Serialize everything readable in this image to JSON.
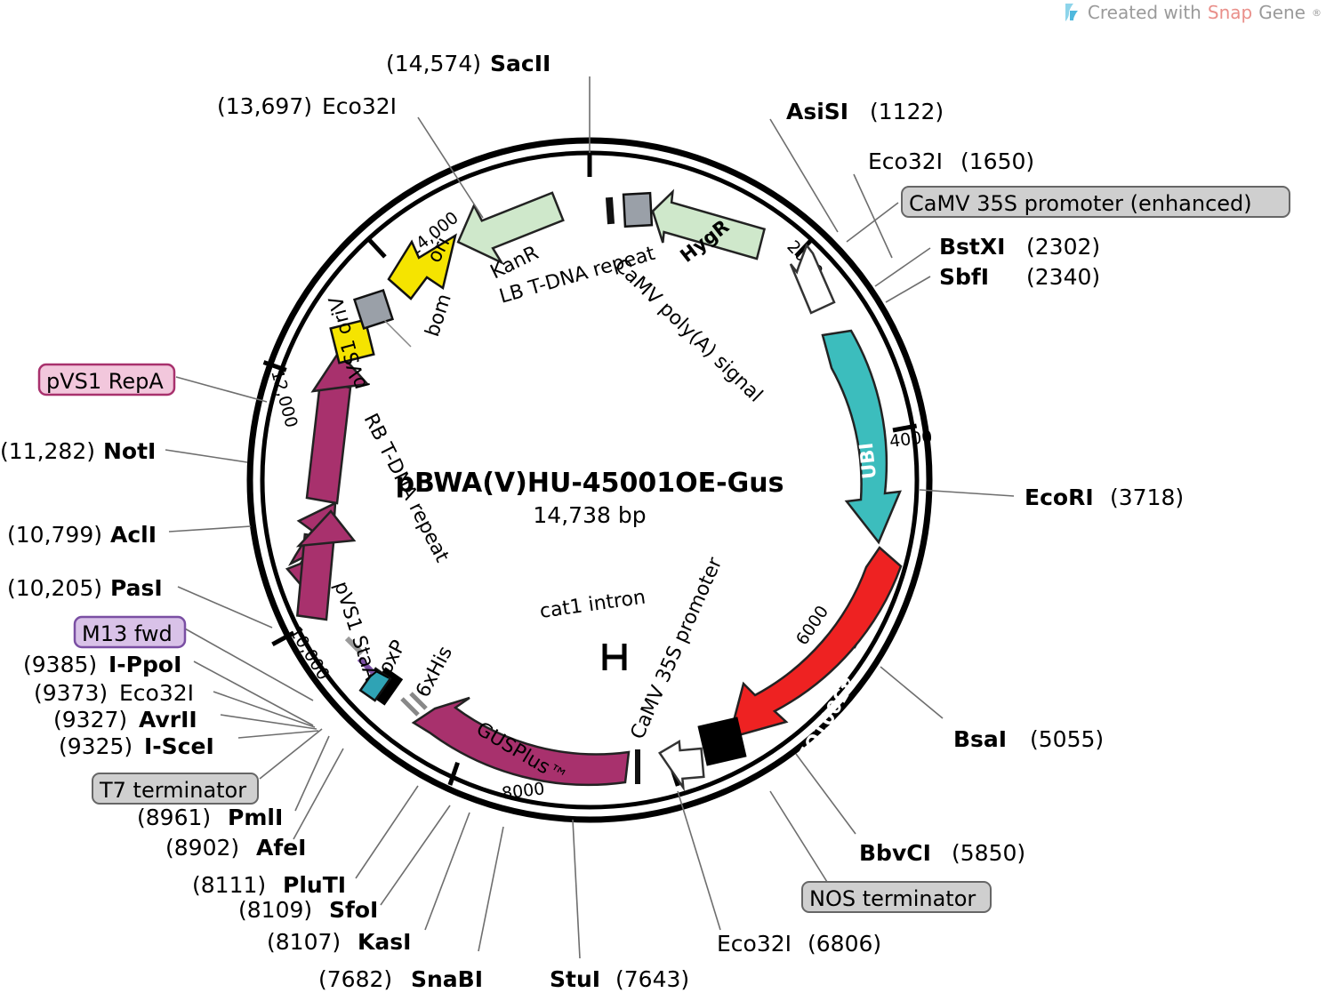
{
  "watermark": {
    "prefix": "Created with ",
    "brand_a": "Snap",
    "brand_b": "Gene",
    "reg": "®"
  },
  "plasmid": {
    "name": "pBWA(V)HU-45001OE-Gus",
    "size": "14,738 bp",
    "length_bp": 14738
  },
  "colors": {
    "backbone": "#000000",
    "green": "#cfe8cb",
    "yellow": "#f5e400",
    "gray": "#9aa0a8",
    "magenta": "#a8316d",
    "teal": "#3cbdbd",
    "red": "#ee2222",
    "white": "#ffffff",
    "black": "#000000",
    "purple": "#7a4fa3",
    "lead": "#6e6e6e",
    "pink_box": "#f2c7dc",
    "purple_box": "#d9c2e8",
    "gray_box": "#cfcfcf"
  },
  "tick_labels": [
    {
      "text": "2000",
      "bp": 2000
    },
    {
      "text": "4000",
      "bp": 4000
    },
    {
      "text": "6000",
      "bp": 6000
    },
    {
      "text": "8000",
      "bp": 8000
    },
    {
      "text": "10,000",
      "bp": 10000
    },
    {
      "text": "12,000",
      "bp": 12000
    },
    {
      "text": "14,000",
      "bp": 14000
    }
  ],
  "center_features": [
    {
      "label": "cat1 intron",
      "kind": "intron-marker"
    }
  ],
  "features": [
    {
      "label": "KanR",
      "kind": "arrow",
      "color": "green",
      "direction": "ccw"
    },
    {
      "label": "ori",
      "kind": "arrow",
      "color": "yellow",
      "direction": "ccw"
    },
    {
      "label": "bom",
      "kind": "box",
      "color": "gray"
    },
    {
      "label": "pVS1 oriV",
      "kind": "box",
      "color": "yellow"
    },
    {
      "label": "RB T-DNA repeat",
      "kind": "arrow",
      "color": "magenta",
      "direction": "cw"
    },
    {
      "label": "pVS1 StaA",
      "kind": "arrow",
      "color": "magenta",
      "direction": "cw"
    },
    {
      "label": "loxP",
      "kind": "box",
      "color": "teal"
    },
    {
      "label": "6xHis",
      "kind": "box",
      "color": "black"
    },
    {
      "label": "GUSPlus™",
      "kind": "arrow",
      "color": "magenta",
      "direction": "ccw"
    },
    {
      "label": "CaMV 35S promoter",
      "kind": "arrow",
      "color": "white",
      "direction": "cw"
    },
    {
      "label": "45001OE",
      "kind": "arrow",
      "color": "red",
      "direction": "cw"
    },
    {
      "label": "UBI",
      "kind": "arrow",
      "color": "teal",
      "direction": "cw"
    },
    {
      "label": "CaMV poly(A) signal",
      "kind": "arrow",
      "color": "white",
      "direction": "ccw"
    },
    {
      "label": "HygR",
      "kind": "arrow",
      "color": "green",
      "direction": "ccw"
    },
    {
      "label": "LB T-DNA repeat",
      "kind": "box",
      "color": "gray"
    }
  ],
  "boxed_labels": [
    {
      "text": "CaMV 35S promoter (enhanced)",
      "style": "gray_box"
    },
    {
      "text": "pVS1 RepA",
      "style": "pink_box"
    },
    {
      "text": "M13 fwd",
      "style": "purple_box"
    },
    {
      "text": "T7 terminator",
      "style": "gray_box"
    },
    {
      "text": "NOS terminator",
      "style": "gray_box"
    }
  ],
  "sites": [
    {
      "name": "SacII",
      "pos": "(14,574)",
      "order": "pos-first"
    },
    {
      "name": "Eco32I",
      "pos": "(13,697)",
      "order": "pos-first"
    },
    {
      "name": "AsiSI",
      "pos": "(1122)",
      "order": "name-first"
    },
    {
      "name": "Eco32I",
      "pos": "(1650)",
      "order": "name-first"
    },
    {
      "name": "BstXI",
      "pos": "(2302)",
      "order": "name-first"
    },
    {
      "name": "SbfI",
      "pos": "(2340)",
      "order": "name-first"
    },
    {
      "name": "EcoRI",
      "pos": "(3718)",
      "order": "name-first"
    },
    {
      "name": "BsaI",
      "pos": "(5055)",
      "order": "name-first"
    },
    {
      "name": "BbvCI",
      "pos": "(5850)",
      "order": "name-first"
    },
    {
      "name": "Eco32I",
      "pos": "(6806)",
      "order": "name-first"
    },
    {
      "name": "StuI",
      "pos": "(7643)",
      "order": "name-first"
    },
    {
      "name": "SnaBI",
      "pos": "(7682)",
      "order": "pos-first"
    },
    {
      "name": "KasI",
      "pos": "(8107)",
      "order": "pos-first"
    },
    {
      "name": "SfoI",
      "pos": "(8109)",
      "order": "pos-first"
    },
    {
      "name": "PluTI",
      "pos": "(8111)",
      "order": "pos-first"
    },
    {
      "name": "AfeI",
      "pos": "(8902)",
      "order": "pos-first"
    },
    {
      "name": "PmlI",
      "pos": "(8961)",
      "order": "pos-first"
    },
    {
      "name": "I-SceI",
      "pos": "(9325)",
      "order": "pos-first"
    },
    {
      "name": "AvrII",
      "pos": "(9327)",
      "order": "pos-first"
    },
    {
      "name": "Eco32I",
      "pos": "(9373)",
      "order": "pos-first"
    },
    {
      "name": "I-PpoI",
      "pos": "(9385)",
      "order": "pos-first"
    },
    {
      "name": "PasI",
      "pos": "(10,205)",
      "order": "pos-first"
    },
    {
      "name": "AclI",
      "pos": "(10,799)",
      "order": "pos-first"
    },
    {
      "name": "NotI",
      "pos": "(11,282)",
      "order": "pos-first"
    }
  ],
  "labels": {
    "sacII_pos": "(14,574)",
    "sacII_name": "SacII",
    "eco32I_13697_pos": "(13,697)",
    "eco32I_13697_name": "Eco32I",
    "asisI_name": "AsiSI",
    "asisI_pos": "(1122)",
    "eco32I_1650_name": "Eco32I",
    "eco32I_1650_pos": "(1650)",
    "camv35s_enh": "CaMV 35S promoter (enhanced)",
    "bstxI_name": "BstXI",
    "bstxI_pos": "(2302)",
    "sbfI_name": "SbfI",
    "sbfI_pos": "(2340)",
    "ecorI_name": "EcoRI",
    "ecorI_pos": "(3718)",
    "bsaI_name": "BsaI",
    "bsaI_pos": "(5055)",
    "bbvcI_name": "BbvCI",
    "bbvcI_pos": "(5850)",
    "nos_term": "NOS terminator",
    "eco32I_6806_name": "Eco32I",
    "eco32I_6806_pos": "(6806)",
    "stuI_name": "StuI",
    "stuI_pos": "(7643)",
    "snabI_pos": "(7682)",
    "snabI_name": "SnaBI",
    "kasI_pos": "(8107)",
    "kasI_name": "KasI",
    "sfoI_pos": "(8109)",
    "sfoI_name": "SfoI",
    "plutI_pos": "(8111)",
    "plutI_name": "PluTI",
    "afeI_pos": "(8902)",
    "afeI_name": "AfeI",
    "pmlI_pos": "(8961)",
    "pmlI_name": "PmlI",
    "t7_term": "T7 terminator",
    "isceI_pos": "(9325)",
    "isceI_name": "I-SceI",
    "avrII_pos": "(9327)",
    "avrII_name": "AvrII",
    "eco32I_9373_pos": "(9373)",
    "eco32I_9373_name": "Eco32I",
    "ippoI_pos": "(9385)",
    "ippoI_name": "I-PpoI",
    "m13fwd": "M13 fwd",
    "pasI_pos": "(10,205)",
    "pasI_name": "PasI",
    "aclI_pos": "(10,799)",
    "aclI_name": "AclI",
    "notI_pos": "(11,282)",
    "notI_name": "NotI",
    "pvs1repA": "pVS1 RepA",
    "tick2000": "2000",
    "tick4000": "4000",
    "tick6000": "6000",
    "tick8000": "8000",
    "tick10000": "10,000",
    "tick12000": "12,000",
    "tick14000": "14,000",
    "f_kanr": "KanR",
    "f_ori": "ori",
    "f_bom": "bom",
    "f_pvs1oriv": "pVS1 oriV",
    "f_rb": "RB T-DNA repeat",
    "f_staa": "pVS1 StaA",
    "f_loxp": "loxP",
    "f_6xhis": "6xHis",
    "f_gusplus": "GUSPlus™",
    "f_camv35sprom": "CaMV 35S promoter",
    "f_45001oe": "45001OE",
    "f_ubi": "UBI",
    "f_camvpolya": "CaMV poly(A) signal",
    "f_hygr": "HygR",
    "f_lb": "LB T-DNA repeat",
    "f_cat1": "cat1 intron"
  }
}
